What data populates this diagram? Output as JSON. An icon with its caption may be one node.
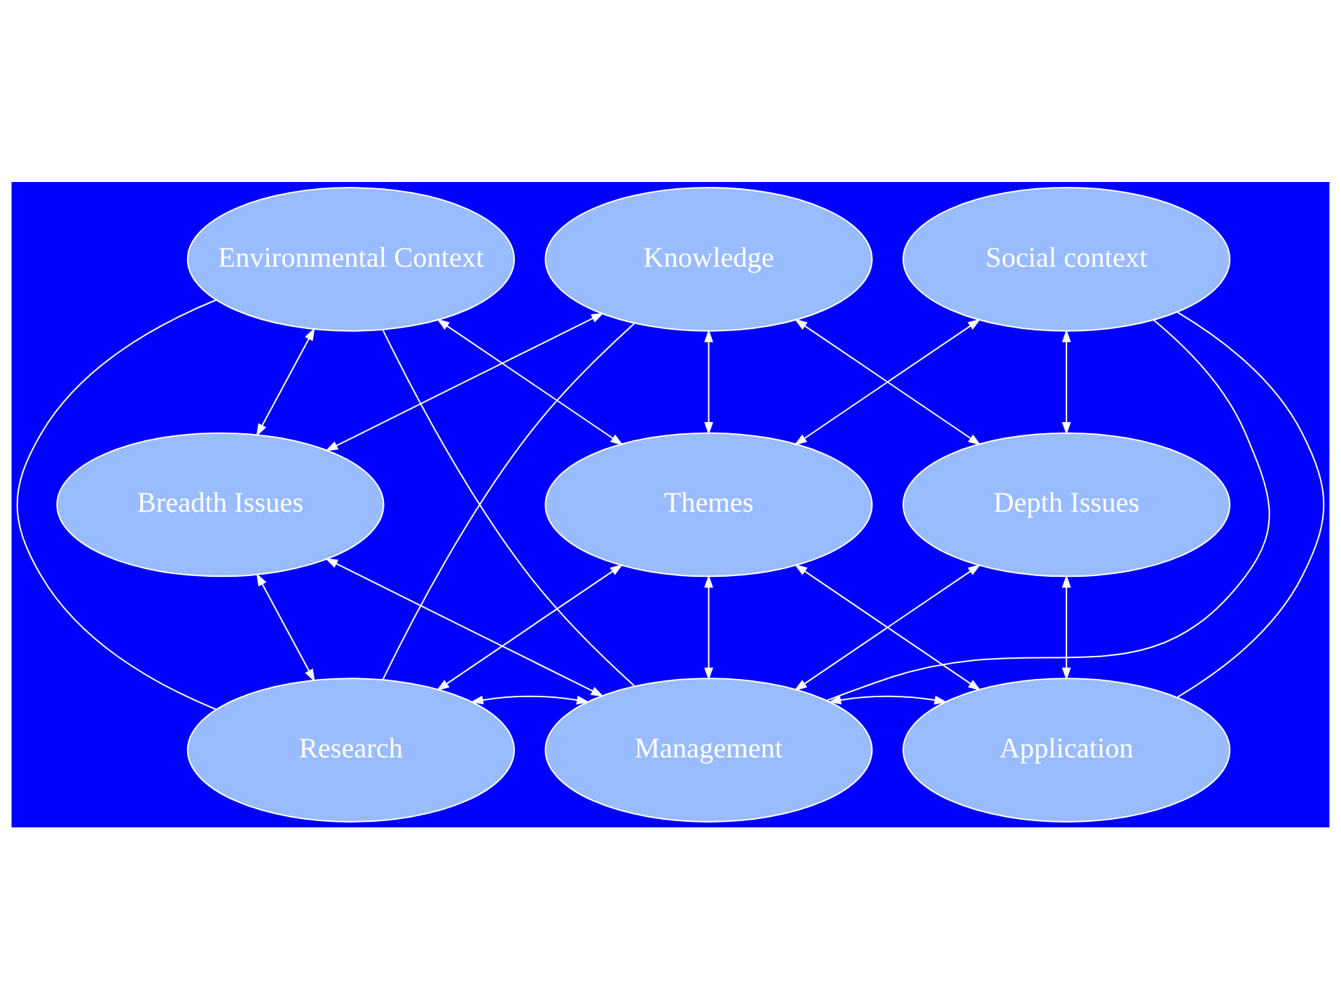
{
  "diagram": {
    "nodes": [
      {
        "text": [
          "Environmental Context"
        ]
      },
      {
        "text": [
          "Knowledge"
        ]
      },
      {
        "text": [
          "Social context"
        ]
      },
      {
        "text": [
          "Breadth Issues"
        ]
      },
      {
        "text": [
          "Themes"
        ]
      },
      {
        "text": [
          "Depth Issues"
        ]
      },
      {
        "text": [
          "Research"
        ]
      },
      {
        "text": [
          "Management"
        ]
      },
      {
        "text": [
          "Application"
        ]
      }
    ],
    "edges": [
      {
        "from": 0,
        "to": 3,
        "arrow": "both"
      },
      {
        "from": 0,
        "to": 4,
        "arrow": "both"
      },
      {
        "from": 1,
        "to": 3,
        "arrow": "both"
      },
      {
        "from": 1,
        "to": 4,
        "arrow": "both"
      },
      {
        "from": 1,
        "to": 5,
        "arrow": "both"
      },
      {
        "from": 2,
        "to": 4,
        "arrow": "both"
      },
      {
        "from": 2,
        "to": 5,
        "arrow": "both"
      },
      {
        "from": 3,
        "to": 6,
        "arrow": "both"
      },
      {
        "from": 3,
        "to": 7,
        "arrow": "both"
      },
      {
        "from": 4,
        "to": 6,
        "arrow": "both"
      },
      {
        "from": 4,
        "to": 7,
        "arrow": "both"
      },
      {
        "from": 4,
        "to": 8,
        "arrow": "both"
      },
      {
        "from": 5,
        "to": 7,
        "arrow": "both"
      },
      {
        "from": 5,
        "to": 8,
        "arrow": "both"
      },
      {
        "from": 6,
        "to": 7,
        "arrow": "both"
      },
      {
        "from": 7,
        "to": 8,
        "arrow": "both"
      },
      {
        "from": 0,
        "to": 6,
        "arrow": "none"
      },
      {
        "from": 0,
        "to": 7,
        "arrow": "none"
      },
      {
        "from": 1,
        "to": 6,
        "arrow": "none"
      },
      {
        "from": 2,
        "to": 7,
        "arrow": "none"
      },
      {
        "from": 2,
        "to": 8,
        "arrow": "none"
      }
    ]
  }
}
